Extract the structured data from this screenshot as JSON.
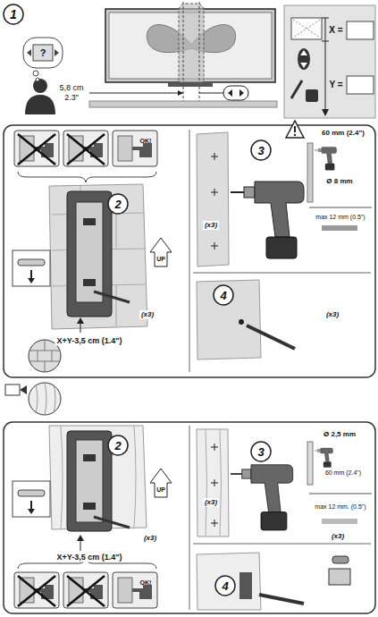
{
  "diagram": {
    "labels": [
      "1",
      "?",
      "5,8 cm",
      "2.3\"",
      "X =",
      "Y =",
      "OK!",
      "2",
      "UP",
      "(x3)",
      "X+Y-3,5 cm (1.4\")",
      "3",
      "(x3)",
      "60 mm (2.4\")",
      "Ø 8 mm",
      "max 12 mm (0.5\")",
      "4",
      "(x3)",
      "2",
      "UP",
      "(x3)",
      "X+Y-3,5 cm (1.4\")",
      "OK!",
      "3",
      "(x3)",
      "Ø 2,5 mm",
      "60 mm (2.4\")",
      "max 12 mm. (0.5\")",
      "4",
      "(x3)"
    ]
  }
}
